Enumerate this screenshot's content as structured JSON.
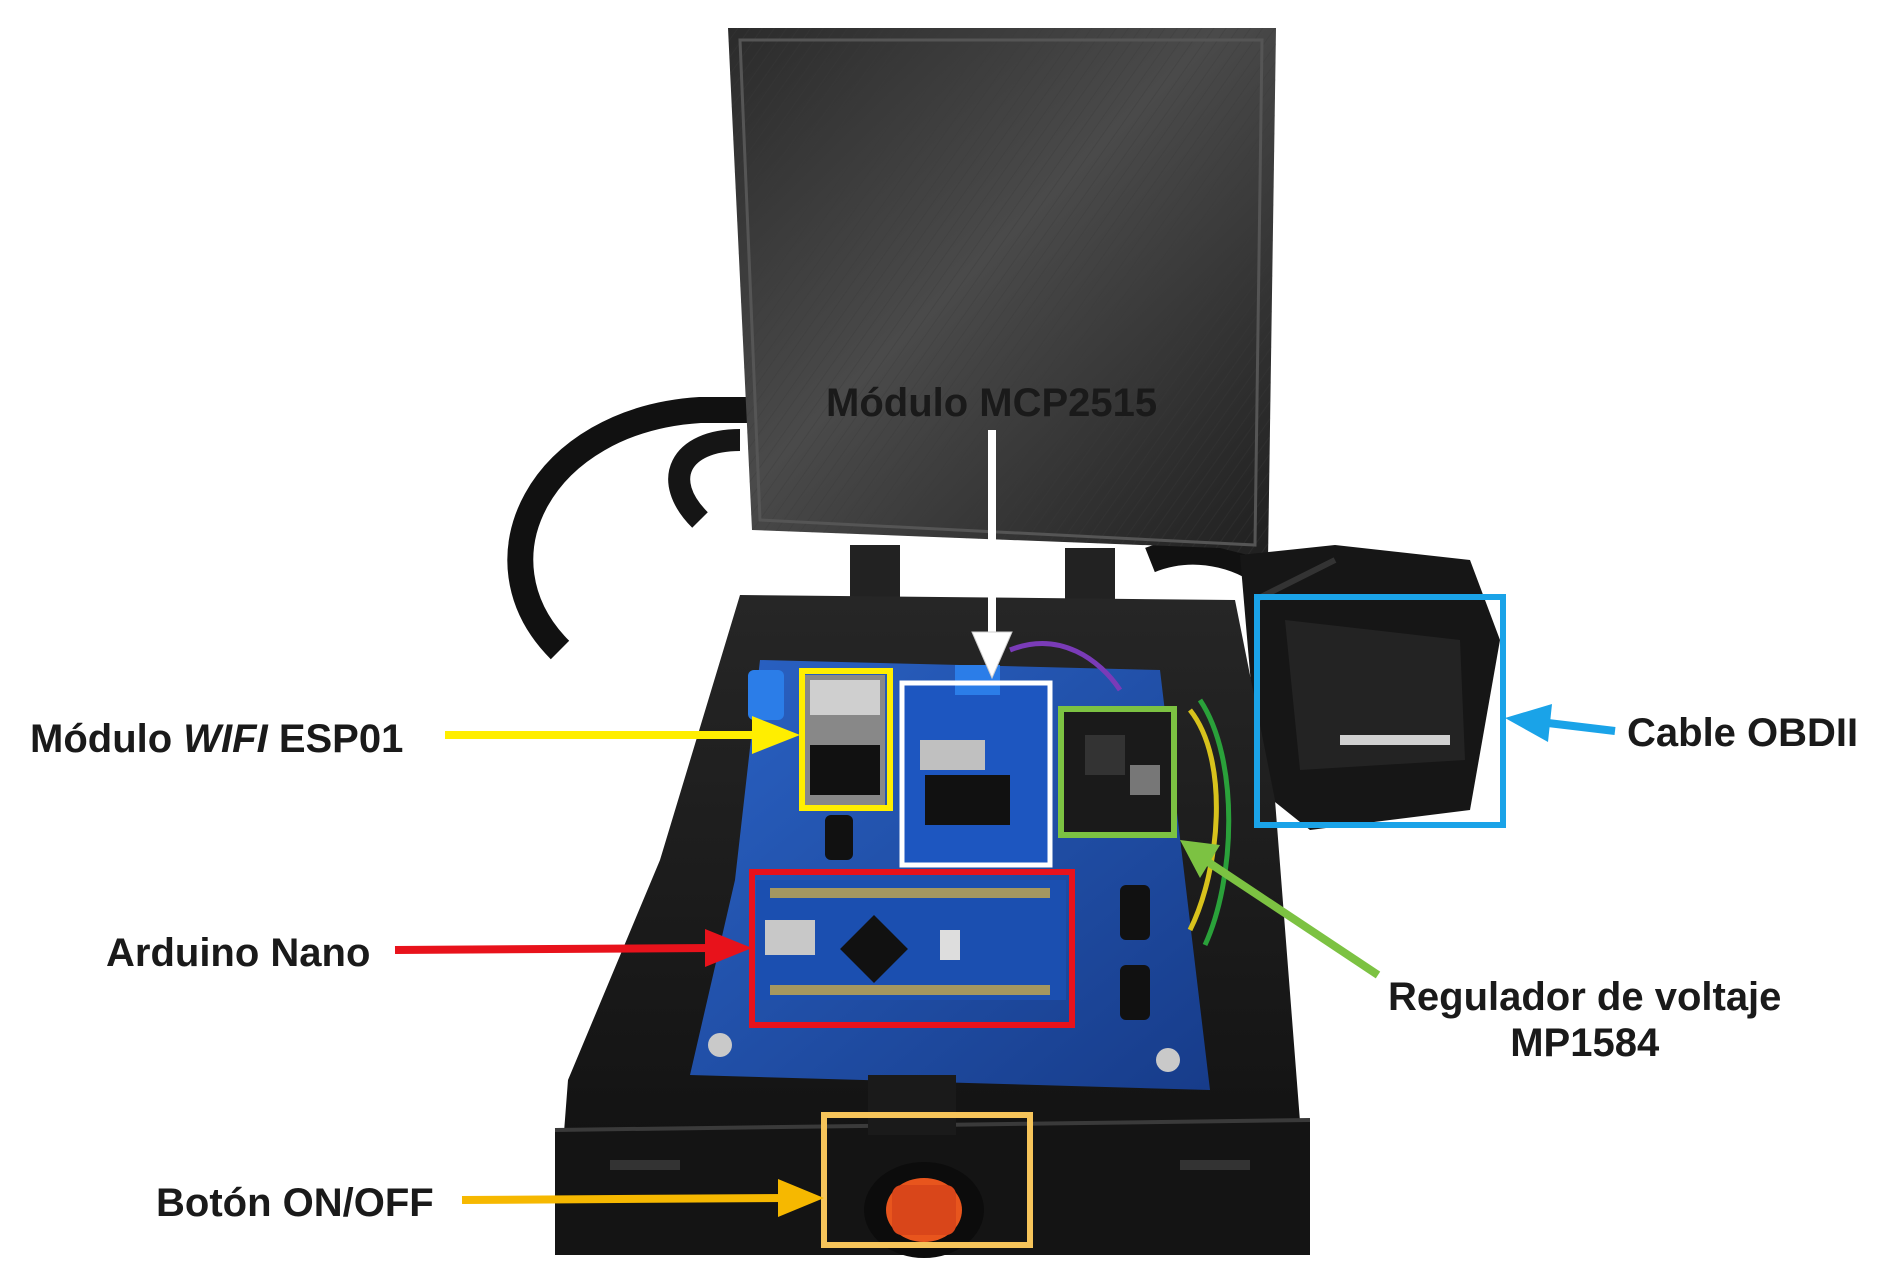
{
  "labels": {
    "mcp2515": "Módulo MCP2515",
    "wifi_prefix": "Módulo ",
    "wifi_italic": "WIFI",
    "wifi_suffix": " ESP01",
    "arduino": "Arduino Nano",
    "boton": "Botón ON/OFF",
    "obd": "Cable OBDII",
    "regulador_line1": "Regulador de voltaje",
    "regulador_line2": "MP1584"
  },
  "colors": {
    "mcp2515": "#ffffff",
    "wifi": "#ffee00",
    "arduino": "#e8121b",
    "boton": "#f6b800",
    "obd": "#1aa3e8",
    "regulador": "#7cc242",
    "box_plastic": "#1c1c1c",
    "pcb": "#1f4fa8",
    "text": "#1a1a1a"
  },
  "icons": {
    "device": "obd-logger-box-photo",
    "arrows": "arrow-callout"
  }
}
